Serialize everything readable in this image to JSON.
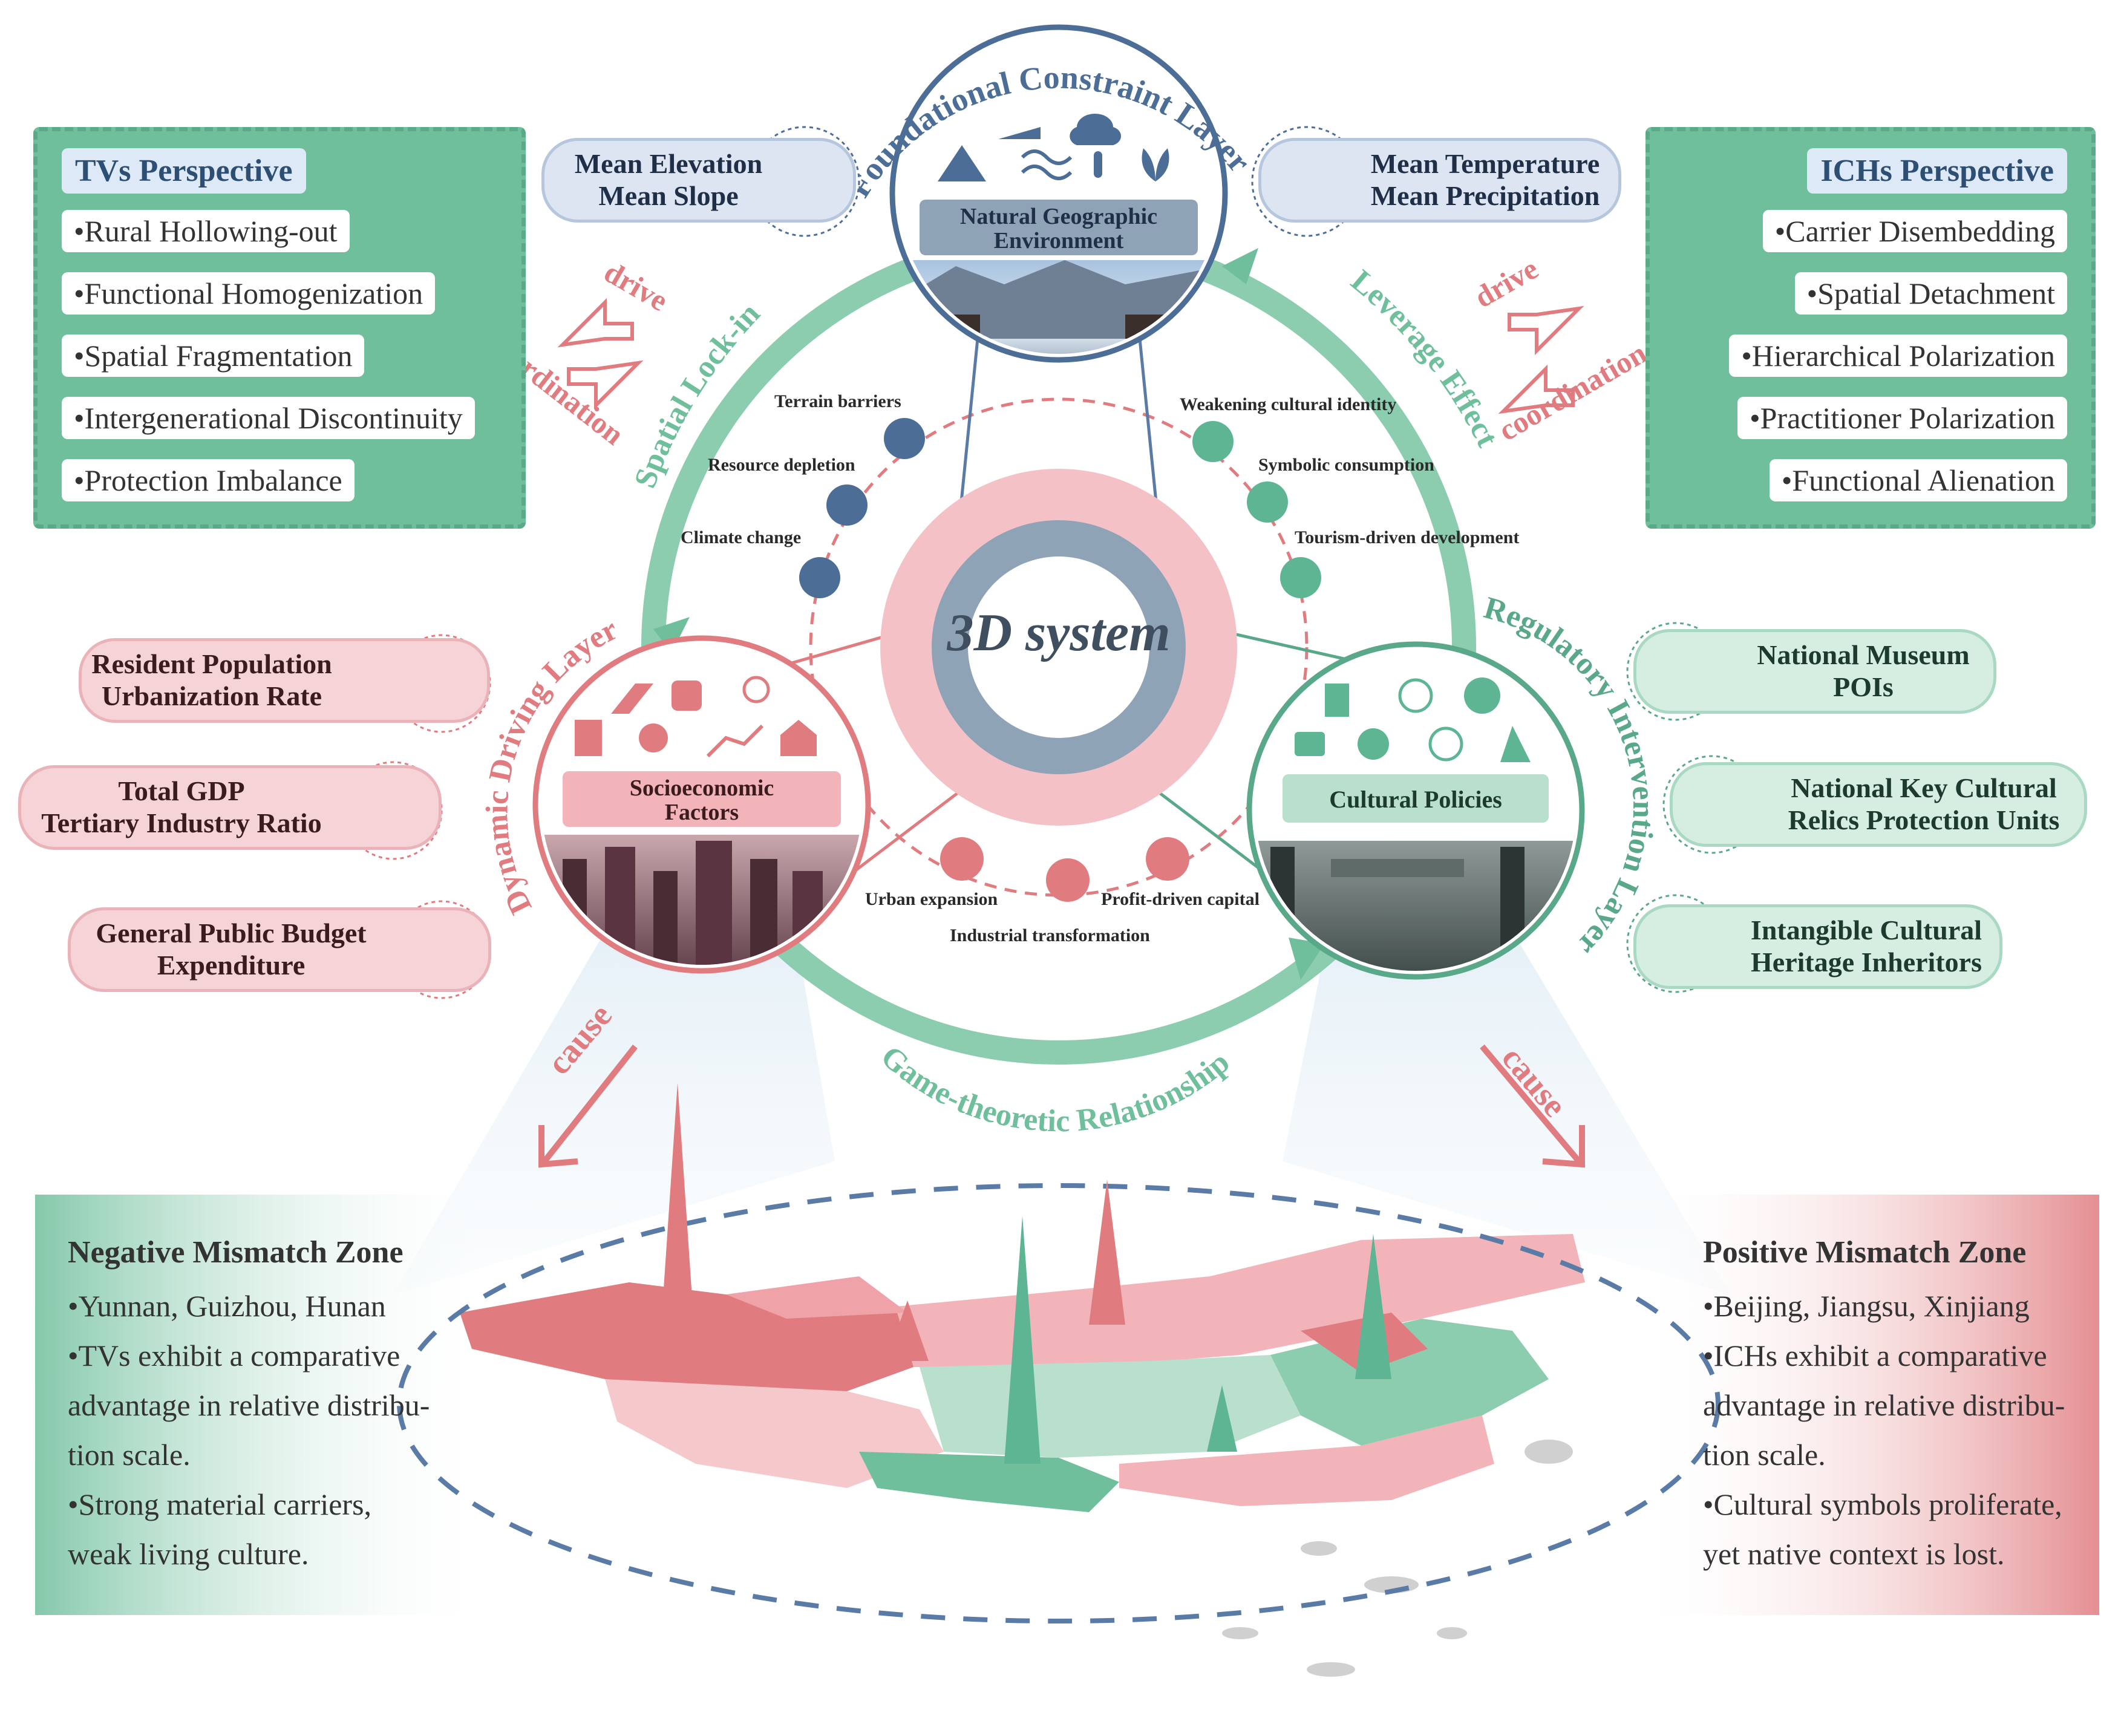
{
  "center": {
    "label": "3D system"
  },
  "ring_labels": {
    "top": "Foundational Constraint Layer",
    "left": "Dynamic Driving Layer",
    "right": "Regulatory Intervention Layer",
    "bottom": "Game-theoretic Relationship",
    "spatial_lock_in": "Spatial Lock-in",
    "leverage_effect": "Leverage Effect"
  },
  "nodes": {
    "natural": {
      "label_line1": "Natural Geographic",
      "label_line2": "Environment"
    },
    "socio": {
      "label_line1": "Socioeconomic",
      "label_line2": "Factors"
    },
    "cultural": {
      "label": "Cultural Policies"
    }
  },
  "tvs_perspective": {
    "title": "TVs Perspective",
    "items": [
      "•Rural Hollowing-out",
      "•Functional Homogenization",
      "•Spatial Fragmentation",
      "•Intergenerational Discontinuity",
      "•Protection Imbalance"
    ]
  },
  "ichs_perspective": {
    "title": "ICHs Perspective",
    "items": [
      "•Carrier Disembedding",
      "•Spatial Detachment",
      "•Hierarchical Polarization",
      "•Practitioner Polarization",
      "•Functional Alienation"
    ]
  },
  "arrows_text": {
    "left_drive": "drive",
    "left_coordination": "coordination",
    "right_drive": "drive",
    "right_coordination": "coordination",
    "left_cause": "cause",
    "right_cause": "cause"
  },
  "indicators": {
    "elevation": [
      "Mean Elevation",
      "Mean Slope"
    ],
    "temperature": [
      "Mean Temperature",
      "Mean Precipitation"
    ],
    "population": [
      "Resident Population",
      "Urbanization Rate"
    ],
    "gdp": [
      "Total GDP",
      "Tertiary Industry Ratio"
    ],
    "budget": [
      "General Public Budget",
      "Expenditure"
    ],
    "museum": [
      "National Museum",
      "POIs"
    ],
    "relics": [
      "National Key Cultural",
      "Relics Protection Units"
    ],
    "inheritors": [
      "Intangible Cultural",
      "Heritage Inheritors"
    ]
  },
  "factors": {
    "terrain": "Terrain barriers",
    "resource": "Resource depletion",
    "climate": "Climate change",
    "weakening": "Weakening cultural identity",
    "symbolic": "Symbolic consumption",
    "tourism": "Tourism-driven development",
    "urban": "Urban expansion",
    "industrial": "Industrial transformation",
    "profit": "Profit-driven capital"
  },
  "negative_zone": {
    "title": "Negative Mismatch Zone",
    "lines": [
      "•Yunnan, Guizhou, Hunan",
      "•TVs exhibit a comparative",
      "advantage in relative distribu-",
      "tion scale.",
      "•Strong material carriers,",
      "weak living culture."
    ]
  },
  "positive_zone": {
    "title": "Positive Mismatch Zone",
    "lines": [
      "•Beijing, Jiangsu, Xinjiang",
      "•ICHs exhibit a comparative",
      "advantage in relative distribu-",
      "tion scale.",
      "•Cultural symbols proliferate,",
      "yet native context is lost."
    ]
  },
  "colors": {
    "green": "#6fbf9c",
    "pink": "#e07b7f",
    "blue": "#5a7ba6",
    "grayblue": "#8fa3b6"
  },
  "icons": [
    "mountain-icon",
    "slope-icon",
    "rain-cloud-icon",
    "wind-icon",
    "thermometer-icon",
    "plant-icon",
    "road-icon",
    "coins-icon",
    "people-icon",
    "building-icon",
    "worker-icon",
    "growth-chart-icon",
    "house-icon",
    "museum-icon",
    "opera-mask-icon",
    "balloon-icon",
    "book-icon",
    "ethnic-icon",
    "dancer-icon",
    "snowflake-icon",
    "pie-icon",
    "head-icon",
    "heart-icon",
    "lantern-icon",
    "city-icon",
    "atom-icon",
    "money-icon"
  ]
}
